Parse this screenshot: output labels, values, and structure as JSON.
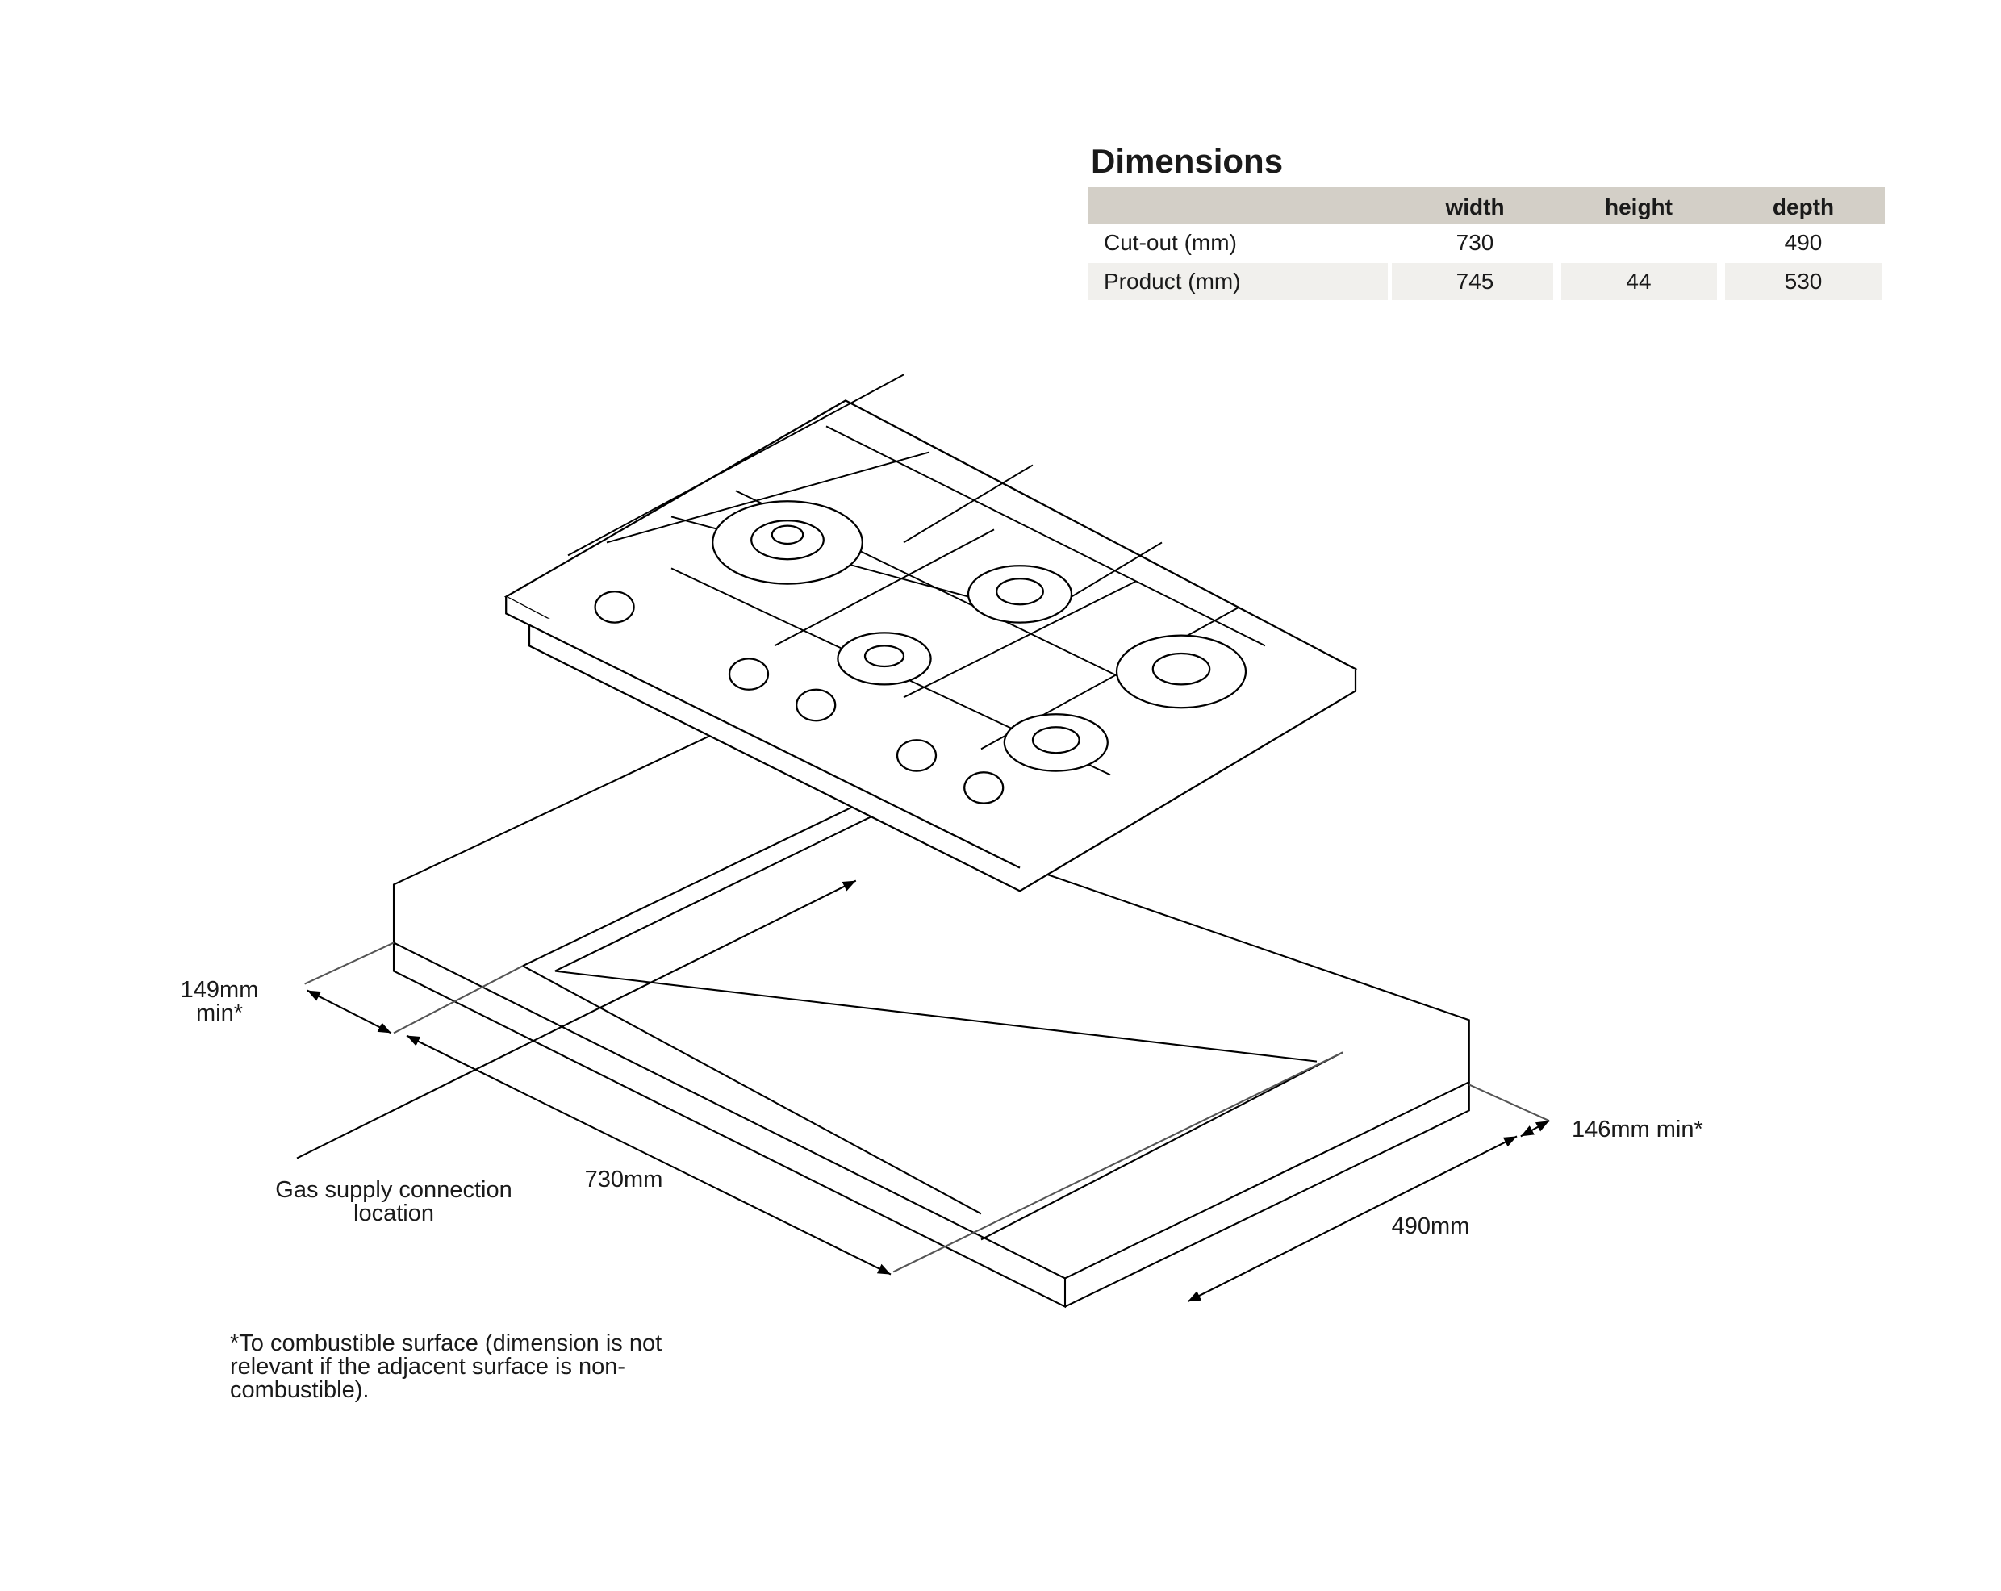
{
  "dimensions": {
    "title": "Dimensions",
    "columns": [
      "",
      "width",
      "height",
      "depth"
    ],
    "rows": [
      {
        "label": "Cut-out (mm)",
        "width": "730",
        "height": "",
        "depth": "490"
      },
      {
        "label": "Product (mm)",
        "width": "745",
        "height": "44",
        "depth": "530"
      }
    ]
  },
  "labels": {
    "left_clearance": [
      "149mm",
      "min*"
    ],
    "gas_supply": [
      "Gas supply connection",
      "location"
    ],
    "cutout_width": "730mm",
    "cutout_depth": "490mm",
    "right_clearance": "146mm min*"
  },
  "footnote": [
    "*To combustible surface (dimension is not",
    "relevant if the adjacent surface is non-",
    "combustible)."
  ]
}
